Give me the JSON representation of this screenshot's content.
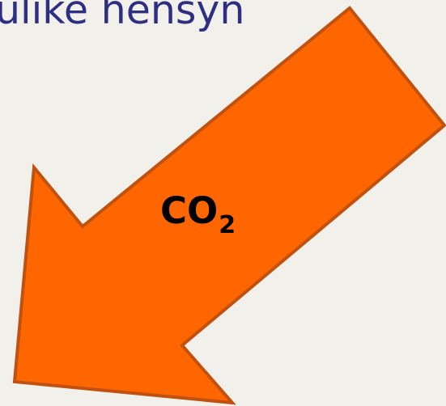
{
  "header": {
    "title": "ulike hensyn"
  },
  "diagram": {
    "arrow": {
      "fill": "#ff6600",
      "stroke": "#c0510e"
    },
    "label": {
      "main": "CO",
      "subscript": "2"
    }
  }
}
